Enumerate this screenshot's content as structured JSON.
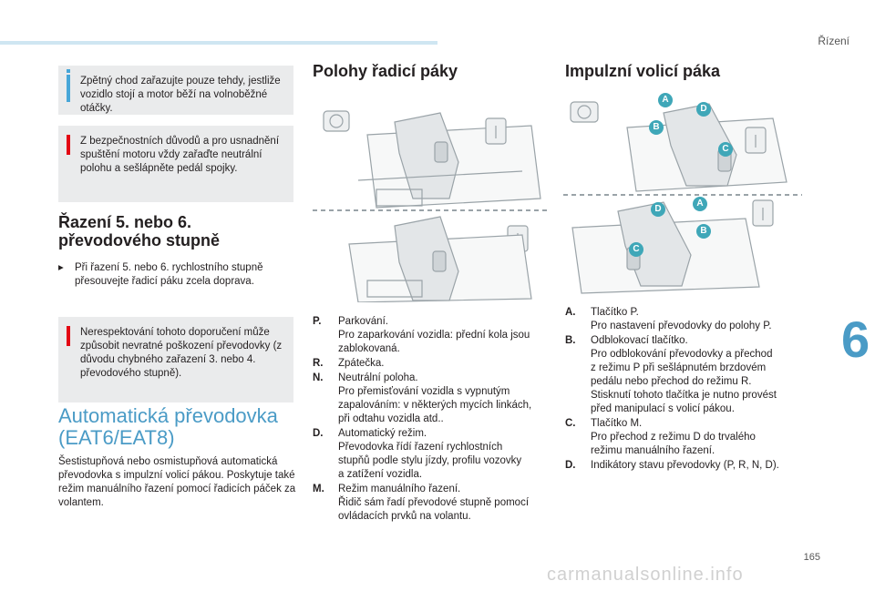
{
  "header": {
    "chapter": "Řízení",
    "chapter_number": "6",
    "page_number": "165"
  },
  "watermark": "carmanualsonline.info",
  "left": {
    "note_info": "Zpětný chod zařazujte pouze tehdy, jestliže vozidlo stojí a motor běží na volnoběžné otáčky.",
    "note_warn1": "Z bezpečnostních důvodů a pro usnadnění spuštění motoru vždy zařaďte neutrální polohu a sešlápněte pedál spojky.",
    "section_title_line1": "Řazení 5. nebo 6.",
    "section_title_line2": "převodového stupně",
    "bullet": "Při řazení 5. nebo 6. rychlostního stupně přesouvejte řadicí páku zcela doprava.",
    "note_warn2": "Nerespektování tohoto doporučení může způsobit nevratné poškození převodovky (z důvodu chybného zařazení 3. nebo 4. převodového stupně).",
    "big_title_line1": "Automatická převodovka",
    "big_title_line2": "(EAT6/EAT8)",
    "body": "Šestistupňová nebo osmistupňová automatická převodovka s impulzní volicí pákou. Poskytuje také režim manuálního řazení pomocí řadicích páček za volantem."
  },
  "middle": {
    "title": "Polohy řadicí páky",
    "items": [
      {
        "key": "P.",
        "lines": [
          "Parkování.",
          "Pro zaparkování vozidla: přední kola jsou",
          "zablokovaná."
        ]
      },
      {
        "key": "R.",
        "lines": [
          "Zpátečka."
        ]
      },
      {
        "key": "N.",
        "lines": [
          "Neutrální poloha.",
          "Pro přemisťování vozidla s vypnutým",
          "zapalováním: v některých mycích linkách,",
          "při odtahu vozidla atd.."
        ]
      },
      {
        "key": "D.",
        "lines": [
          "Automatický režim.",
          "Převodovka řídí řazení rychlostních",
          "stupňů podle stylu jízdy, profilu vozovky",
          "a zatížení vozidla."
        ]
      },
      {
        "key": "M.",
        "lines": [
          "Režim manuálního řazení.",
          "Řidič sám řadí převodové stupně pomocí",
          "ovládacích prvků na volantu."
        ]
      }
    ]
  },
  "right": {
    "title": "Impulzní volicí páka",
    "callouts": [
      "A",
      "D",
      "B",
      "C"
    ],
    "items": [
      {
        "key": "A.",
        "lines": [
          "Tlačítko P.",
          "Pro nastavení převodovky do polohy P."
        ]
      },
      {
        "key": "B.",
        "lines": [
          "Odblokovací tlačítko.",
          "Pro odblokování převodovky a přechod",
          "z režimu P při sešlápnutém brzdovém",
          "pedálu nebo přechod do režimu R.",
          "Stisknutí tohoto tlačítka je nutno provést",
          "před manipulací s volicí pákou."
        ]
      },
      {
        "key": "C.",
        "lines": [
          "Tlačítko M.",
          "Pro přechod z režimu D do trvalého",
          "režimu manuálního řazení."
        ]
      },
      {
        "key": "D.",
        "lines": [
          "Indikátory stavu převodovky (P, R, N, D)."
        ]
      }
    ]
  },
  "colors": {
    "accent_blue": "#4a9bc6",
    "callout_teal": "#3fa7b8",
    "warn_red": "#e30613",
    "note_bg": "#eaebec"
  }
}
